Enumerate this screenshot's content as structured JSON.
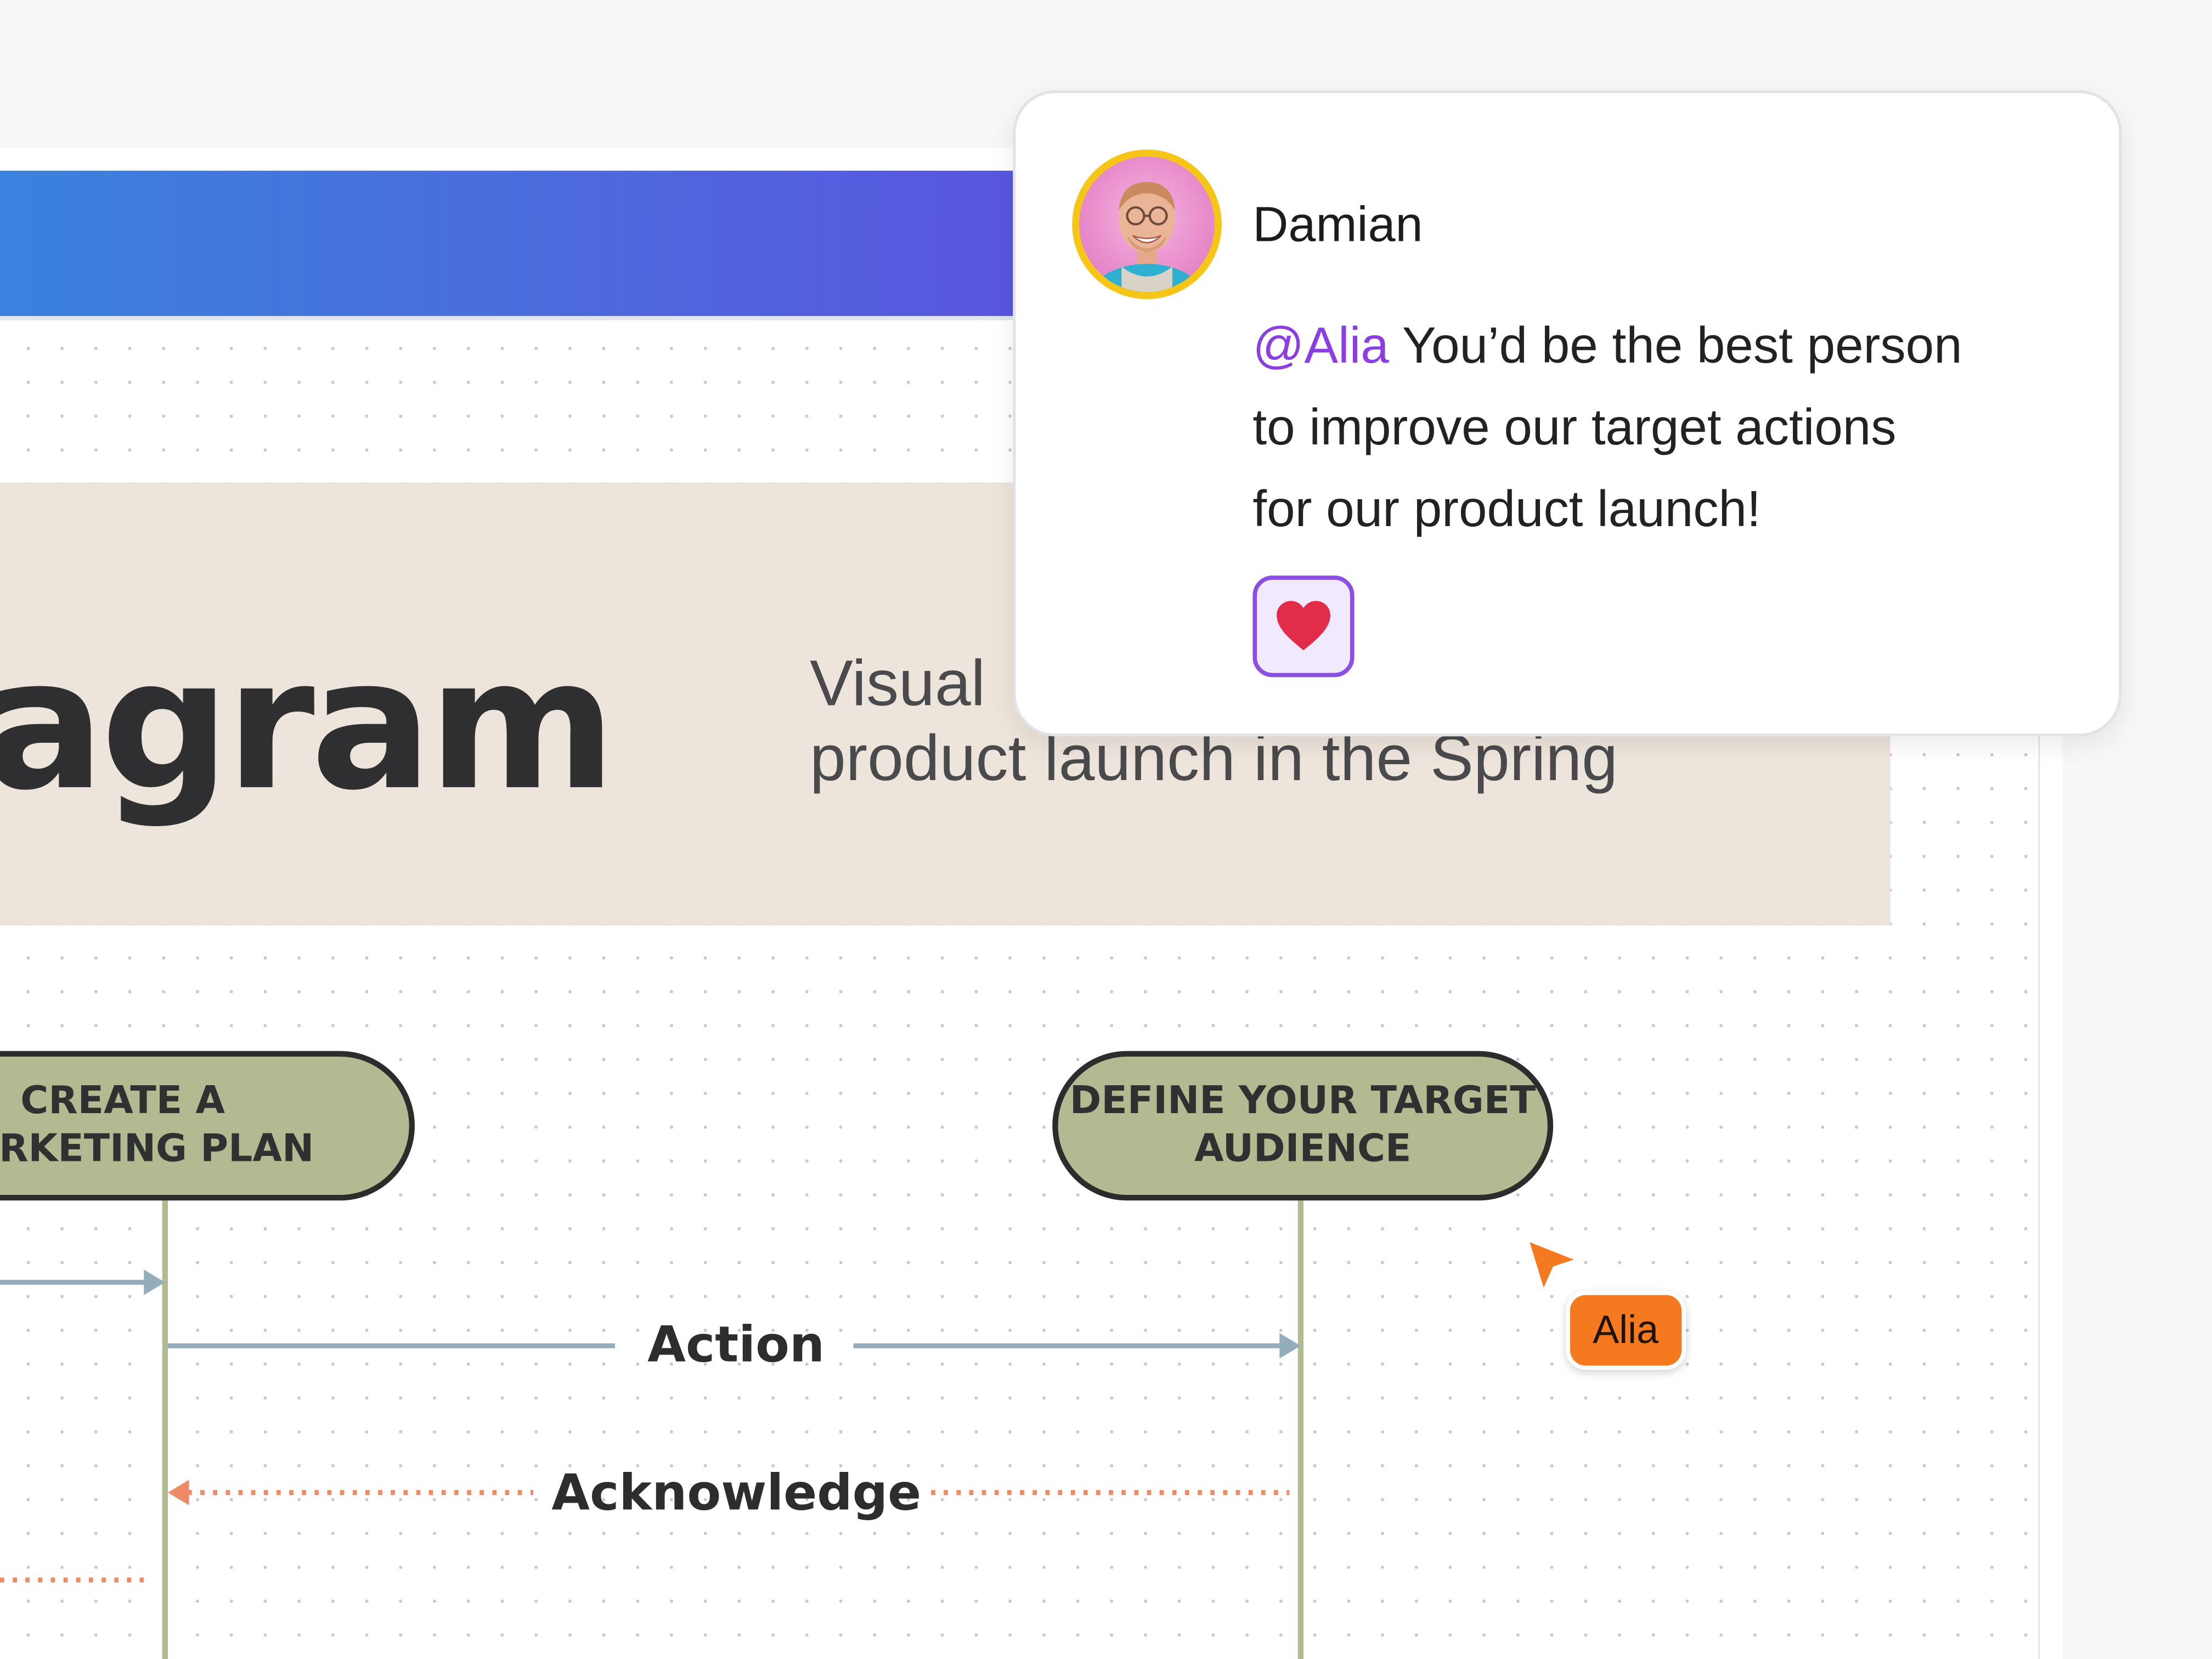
{
  "canvas": {
    "diagram_title": "agram",
    "subtitle_line1": "Visual",
    "subtitle_line2": "product launch in the Spring"
  },
  "diagram": {
    "nodes": [
      {
        "line1": "CREATE A",
        "line2": "MARKETING PLAN"
      },
      {
        "line1": "DEFINE YOUR TARGET",
        "line2": "AUDIENCE"
      }
    ],
    "connectors": {
      "action_label": "Action",
      "acknowledge_label": "Acknowledge"
    }
  },
  "comment": {
    "author": "Damian",
    "mention": "@Alia",
    "text_line1_rest": " You’d be the best person",
    "text_line2": "to improve our target actions",
    "text_line3": "for our product launch!",
    "reaction": "heart-icon"
  },
  "collaborator_cursor": {
    "name": "Alia",
    "color": "#f57a1f"
  },
  "colors": {
    "header_gradient_start": "#3a82dd",
    "header_gradient_end": "#5a53df",
    "title_band": "#ede4db",
    "node_fill": "#b3b990",
    "action_line": "#93adbd",
    "acknowledge_line": "#ef8a66",
    "mention": "#8a3fe0",
    "reaction_border": "#8b4fe6",
    "heart": "#e12d49"
  }
}
